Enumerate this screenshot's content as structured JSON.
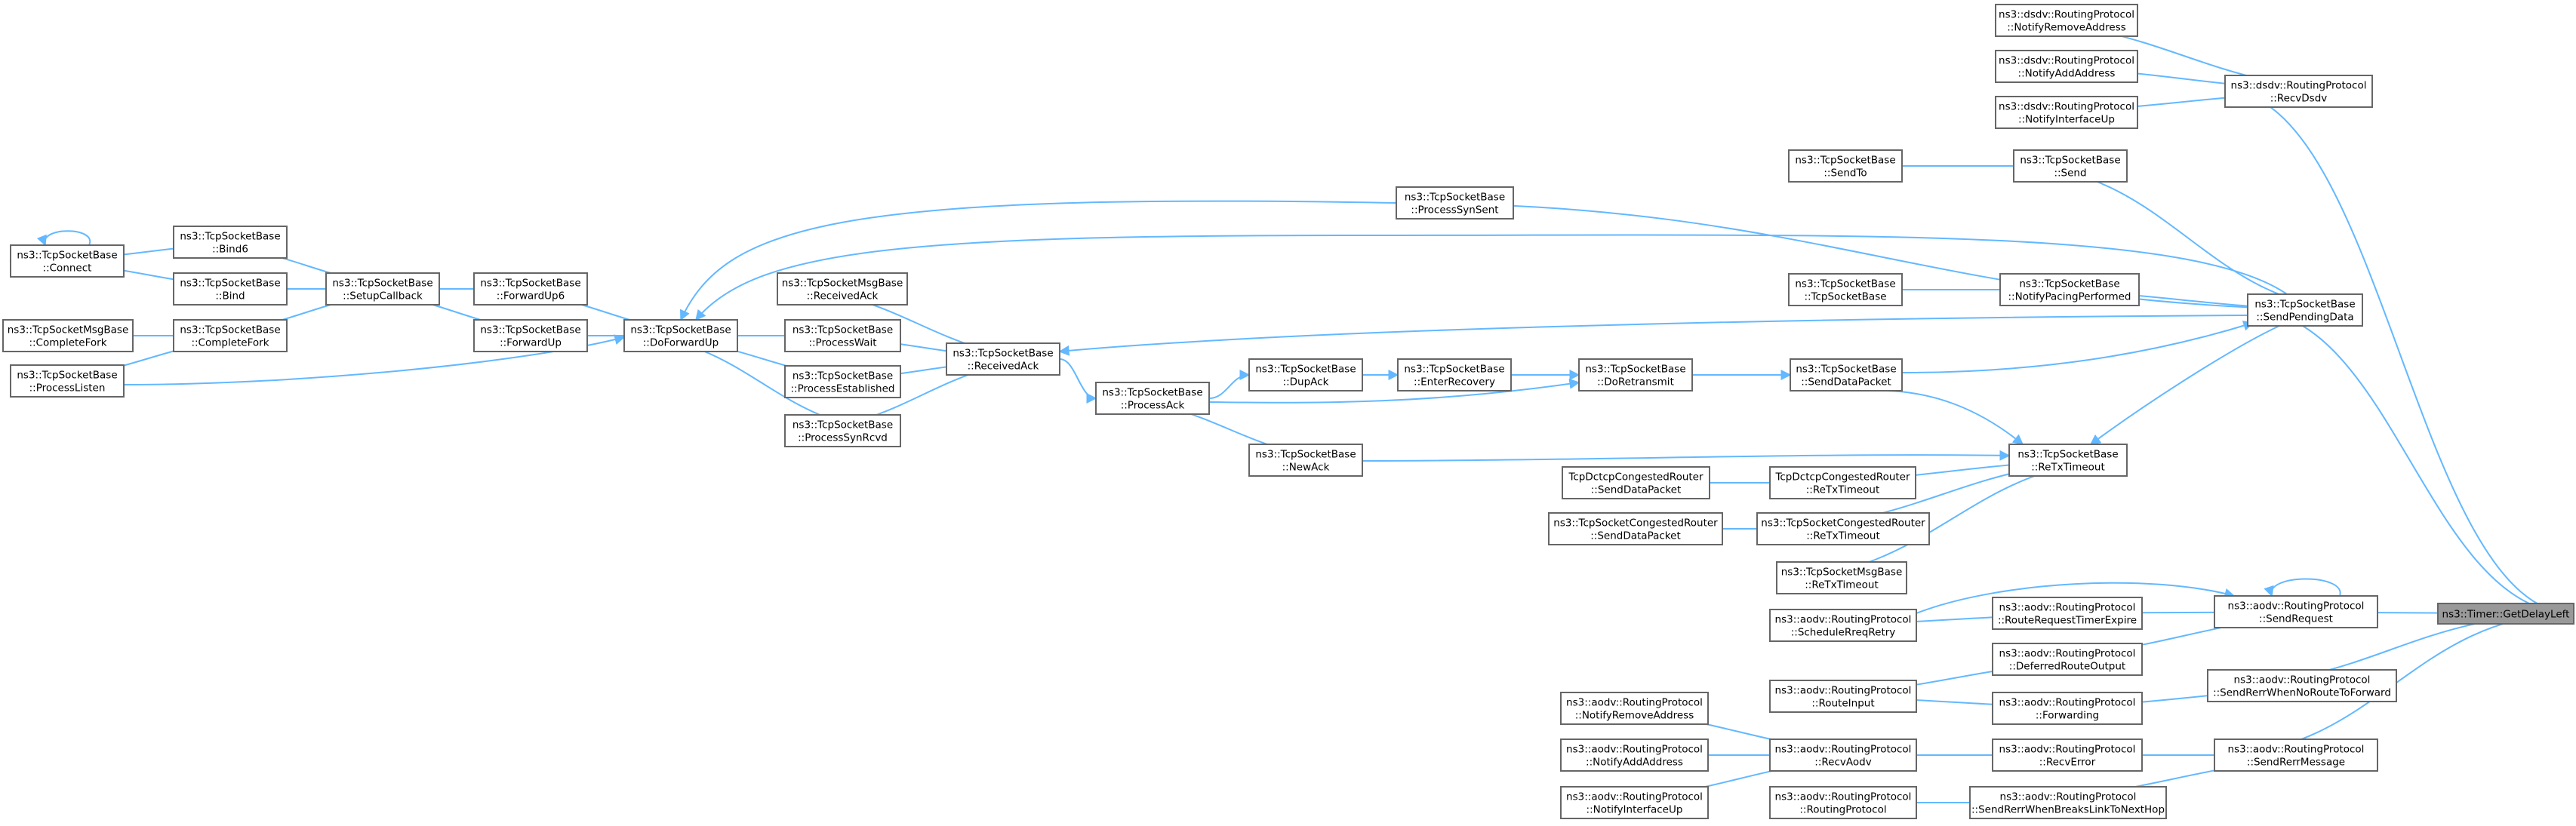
{
  "graph": {
    "edge_color": "#63b8ff",
    "node_border_color": "#666666",
    "current_node_fill": "#999999",
    "current": "timer_getdelayleft",
    "nodes": [
      {
        "id": "timer_getdelayleft",
        "lines": [
          "ns3::Timer::GetDelayLeft"
        ]
      },
      {
        "id": "dsdv_recvdsdv",
        "lines": [
          "ns3::dsdv::RoutingProtocol",
          "::RecvDsdv"
        ]
      },
      {
        "id": "dsdv_notifyremove",
        "lines": [
          "ns3::dsdv::RoutingProtocol",
          "::NotifyRemoveAddress"
        ]
      },
      {
        "id": "dsdv_notifyadd",
        "lines": [
          "ns3::dsdv::RoutingProtocol",
          "::NotifyAddAddress"
        ]
      },
      {
        "id": "dsdv_notifyup",
        "lines": [
          "ns3::dsdv::RoutingProtocol",
          "::NotifyInterfaceUp"
        ]
      },
      {
        "id": "tcp_sendpendingdata",
        "lines": [
          "ns3::TcpSocketBase",
          "::SendPendingData"
        ]
      },
      {
        "id": "tcp_send",
        "lines": [
          "ns3::TcpSocketBase",
          "::Send"
        ]
      },
      {
        "id": "tcp_sendto",
        "lines": [
          "ns3::TcpSocketBase",
          "::SendTo"
        ]
      },
      {
        "id": "tcp_processsynsent",
        "lines": [
          "ns3::TcpSocketBase",
          "::ProcessSynSent"
        ]
      },
      {
        "id": "tcp_notifypacing",
        "lines": [
          "ns3::TcpSocketBase",
          "::NotifyPacingPerformed"
        ]
      },
      {
        "id": "tcp_ctor",
        "lines": [
          "ns3::TcpSocketBase",
          "::TcpSocketBase"
        ]
      },
      {
        "id": "tcp_senddatapacket",
        "lines": [
          "ns3::TcpSocketBase",
          "::SendDataPacket"
        ]
      },
      {
        "id": "tcp_doretransmit",
        "lines": [
          "ns3::TcpSocketBase",
          "::DoRetransmit"
        ]
      },
      {
        "id": "tcp_enterrecovery",
        "lines": [
          "ns3::TcpSocketBase",
          "::EnterRecovery"
        ]
      },
      {
        "id": "tcp_dupack",
        "lines": [
          "ns3::TcpSocketBase",
          "::DupAck"
        ]
      },
      {
        "id": "tcp_processack",
        "lines": [
          "ns3::TcpSocketBase",
          "::ProcessAck"
        ]
      },
      {
        "id": "tcp_receivedack",
        "lines": [
          "ns3::TcpSocketBase",
          "::ReceivedAck"
        ]
      },
      {
        "id": "msg_receivedack",
        "lines": [
          "ns3::TcpSocketMsgBase",
          "::ReceivedAck"
        ]
      },
      {
        "id": "tcp_processwait",
        "lines": [
          "ns3::TcpSocketBase",
          "::ProcessWait"
        ]
      },
      {
        "id": "tcp_processestablished",
        "lines": [
          "ns3::TcpSocketBase",
          "::ProcessEstablished"
        ]
      },
      {
        "id": "tcp_processsynrcvd",
        "lines": [
          "ns3::TcpSocketBase",
          "::ProcessSynRcvd"
        ]
      },
      {
        "id": "tcp_doforwardup",
        "lines": [
          "ns3::TcpSocketBase",
          "::DoForwardUp"
        ]
      },
      {
        "id": "tcp_forwardup6",
        "lines": [
          "ns3::TcpSocketBase",
          "::ForwardUp6"
        ]
      },
      {
        "id": "tcp_forwardup",
        "lines": [
          "ns3::TcpSocketBase",
          "::ForwardUp"
        ]
      },
      {
        "id": "tcp_setupcallback",
        "lines": [
          "ns3::TcpSocketBase",
          "::SetupCallback"
        ]
      },
      {
        "id": "tcp_bind6",
        "lines": [
          "ns3::TcpSocketBase",
          "::Bind6"
        ]
      },
      {
        "id": "tcp_bind",
        "lines": [
          "ns3::TcpSocketBase",
          "::Bind"
        ]
      },
      {
        "id": "tcp_completefork",
        "lines": [
          "ns3::TcpSocketBase",
          "::CompleteFork"
        ]
      },
      {
        "id": "tcp_connect",
        "lines": [
          "ns3::TcpSocketBase",
          "::Connect"
        ]
      },
      {
        "id": "msg_completefork",
        "lines": [
          "ns3::TcpSocketMsgBase",
          "::CompleteFork"
        ]
      },
      {
        "id": "tcp_processlisten",
        "lines": [
          "ns3::TcpSocketBase",
          "::ProcessListen"
        ]
      },
      {
        "id": "tcp_newack",
        "lines": [
          "ns3::TcpSocketBase",
          "::NewAck"
        ]
      },
      {
        "id": "tcp_retxtimeout",
        "lines": [
          "ns3::TcpSocketBase",
          "::ReTxTimeout"
        ]
      },
      {
        "id": "dctcp_retxtimeout",
        "lines": [
          "TcpDctcpCongestedRouter",
          "::ReTxTimeout"
        ]
      },
      {
        "id": "dctcp_senddatapacket",
        "lines": [
          "TcpDctcpCongestedRouter",
          "::SendDataPacket"
        ]
      },
      {
        "id": "cong_retxtimeout",
        "lines": [
          "ns3::TcpSocketCongestedRouter",
          "::ReTxTimeout"
        ]
      },
      {
        "id": "cong_senddatapacket",
        "lines": [
          "ns3::TcpSocketCongestedRouter",
          "::SendDataPacket"
        ]
      },
      {
        "id": "msg_retxtimeout",
        "lines": [
          "ns3::TcpSocketMsgBase",
          "::ReTxTimeout"
        ]
      },
      {
        "id": "aodv_sendrequest",
        "lines": [
          "ns3::aodv::RoutingProtocol",
          "::SendRequest"
        ]
      },
      {
        "id": "aodv_routerequesttimer",
        "lines": [
          "ns3::aodv::RoutingProtocol",
          "::RouteRequestTimerExpire"
        ]
      },
      {
        "id": "aodv_schedulerreqretry",
        "lines": [
          "ns3::aodv::RoutingProtocol",
          "::ScheduleRreqRetry"
        ]
      },
      {
        "id": "aodv_deferredrouteoutput",
        "lines": [
          "ns3::aodv::RoutingProtocol",
          "::DeferredRouteOutput"
        ]
      },
      {
        "id": "aodv_routeinput",
        "lines": [
          "ns3::aodv::RoutingProtocol",
          "::RouteInput"
        ]
      },
      {
        "id": "aodv_sendrerrnoroute",
        "lines": [
          "ns3::aodv::RoutingProtocol",
          "::SendRerrWhenNoRouteToForward"
        ]
      },
      {
        "id": "aodv_forwarding",
        "lines": [
          "ns3::aodv::RoutingProtocol",
          "::Forwarding"
        ]
      },
      {
        "id": "aodv_sendrerrmessage",
        "lines": [
          "ns3::aodv::RoutingProtocol",
          "::SendRerrMessage"
        ]
      },
      {
        "id": "aodv_recverror",
        "lines": [
          "ns3::aodv::RoutingProtocol",
          "::RecvError"
        ]
      },
      {
        "id": "aodv_recvaodv",
        "lines": [
          "ns3::aodv::RoutingProtocol",
          "::RecvAodv"
        ]
      },
      {
        "id": "aodv_notifyremove",
        "lines": [
          "ns3::aodv::RoutingProtocol",
          "::NotifyRemoveAddress"
        ]
      },
      {
        "id": "aodv_notifyadd",
        "lines": [
          "ns3::aodv::RoutingProtocol",
          "::NotifyAddAddress"
        ]
      },
      {
        "id": "aodv_notifyup",
        "lines": [
          "ns3::aodv::RoutingProtocol",
          "::NotifyInterfaceUp"
        ]
      },
      {
        "id": "aodv_sendrerrbreaks",
        "lines": [
          "ns3::aodv::RoutingProtocol",
          "::SendRerrWhenBreaksLinkToNextHop"
        ]
      },
      {
        "id": "aodv_ctor",
        "lines": [
          "ns3::aodv::RoutingProtocol",
          "::RoutingProtocol"
        ]
      }
    ],
    "edges": [
      [
        "dsdv_recvdsdv",
        "timer_getdelayleft"
      ],
      [
        "dsdv_notifyremove",
        "dsdv_recvdsdv"
      ],
      [
        "dsdv_notifyadd",
        "dsdv_recvdsdv"
      ],
      [
        "dsdv_notifyup",
        "dsdv_recvdsdv"
      ],
      [
        "tcp_sendpendingdata",
        "timer_getdelayleft"
      ],
      [
        "tcp_send",
        "tcp_sendpendingdata"
      ],
      [
        "tcp_sendto",
        "tcp_send"
      ],
      [
        "tcp_processsynsent",
        "tcp_sendpendingdata"
      ],
      [
        "tcp_doforwardup",
        "tcp_processsynsent"
      ],
      [
        "tcp_doforwardup",
        "tcp_sendpendingdata"
      ],
      [
        "tcp_notifypacing",
        "tcp_sendpendingdata"
      ],
      [
        "tcp_ctor",
        "tcp_notifypacing"
      ],
      [
        "tcp_receivedack",
        "tcp_sendpendingdata"
      ],
      [
        "tcp_sendpendingdata",
        "tcp_senddatapacket"
      ],
      [
        "tcp_retxtimeout",
        "tcp_sendpendingdata"
      ],
      [
        "tcp_senddatapacket",
        "tcp_doretransmit"
      ],
      [
        "tcp_retxtimeout",
        "tcp_senddatapacket"
      ],
      [
        "tcp_doretransmit",
        "tcp_enterrecovery"
      ],
      [
        "tcp_doretransmit",
        "tcp_processack"
      ],
      [
        "tcp_enterrecovery",
        "tcp_dupack"
      ],
      [
        "tcp_dupack",
        "tcp_processack"
      ],
      [
        "tcp_processack",
        "tcp_receivedack"
      ],
      [
        "tcp_processack",
        "tcp_newack"
      ],
      [
        "tcp_retxtimeout",
        "tcp_newack"
      ],
      [
        "dctcp_retxtimeout",
        "tcp_retxtimeout"
      ],
      [
        "dctcp_senddatapacket",
        "dctcp_retxtimeout"
      ],
      [
        "cong_retxtimeout",
        "tcp_retxtimeout"
      ],
      [
        "cong_senddatapacket",
        "cong_retxtimeout"
      ],
      [
        "msg_retxtimeout",
        "tcp_retxtimeout"
      ],
      [
        "msg_receivedack",
        "tcp_receivedack"
      ],
      [
        "tcp_processwait",
        "tcp_receivedack"
      ],
      [
        "tcp_processestablished",
        "tcp_receivedack"
      ],
      [
        "tcp_processsynrcvd",
        "tcp_receivedack"
      ],
      [
        "tcp_doforwardup",
        "tcp_processwait"
      ],
      [
        "tcp_doforwardup",
        "tcp_processestablished"
      ],
      [
        "tcp_doforwardup",
        "tcp_processsynrcvd"
      ],
      [
        "tcp_forwardup6",
        "tcp_doforwardup"
      ],
      [
        "tcp_forwardup",
        "tcp_doforwardup"
      ],
      [
        "tcp_doforwardup",
        "tcp_processlisten"
      ],
      [
        "tcp_setupcallback",
        "tcp_forwardup6"
      ],
      [
        "tcp_setupcallback",
        "tcp_forwardup"
      ],
      [
        "tcp_bind6",
        "tcp_setupcallback"
      ],
      [
        "tcp_bind",
        "tcp_setupcallback"
      ],
      [
        "tcp_completefork",
        "tcp_setupcallback"
      ],
      [
        "tcp_connect",
        "tcp_bind6"
      ],
      [
        "tcp_connect",
        "tcp_bind"
      ],
      [
        "tcp_connect",
        "tcp_connect"
      ],
      [
        "msg_completefork",
        "tcp_completefork"
      ],
      [
        "tcp_processlisten",
        "tcp_completefork"
      ],
      [
        "aodv_sendrequest",
        "timer_getdelayleft"
      ],
      [
        "aodv_sendrequest",
        "aodv_sendrequest"
      ],
      [
        "aodv_routerequesttimer",
        "aodv_sendrequest"
      ],
      [
        "aodv_schedulerreqretry",
        "aodv_routerequesttimer"
      ],
      [
        "aodv_sendrequest",
        "aodv_schedulerreqretry"
      ],
      [
        "aodv_deferredrouteoutput",
        "aodv_sendrequest"
      ],
      [
        "aodv_routeinput",
        "aodv_deferredrouteoutput"
      ],
      [
        "aodv_sendrerrnoroute",
        "timer_getdelayleft"
      ],
      [
        "aodv_forwarding",
        "aodv_sendrerrnoroute"
      ],
      [
        "aodv_routeinput",
        "aodv_forwarding"
      ],
      [
        "aodv_sendrerrmessage",
        "timer_getdelayleft"
      ],
      [
        "aodv_recverror",
        "aodv_sendrerrmessage"
      ],
      [
        "aodv_recvaodv",
        "aodv_recverror"
      ],
      [
        "aodv_notifyremove",
        "aodv_recvaodv"
      ],
      [
        "aodv_notifyadd",
        "aodv_recvaodv"
      ],
      [
        "aodv_notifyup",
        "aodv_recvaodv"
      ],
      [
        "aodv_sendrerrbreaks",
        "aodv_sendrerrmessage"
      ],
      [
        "aodv_ctor",
        "aodv_sendrerrbreaks"
      ]
    ]
  }
}
